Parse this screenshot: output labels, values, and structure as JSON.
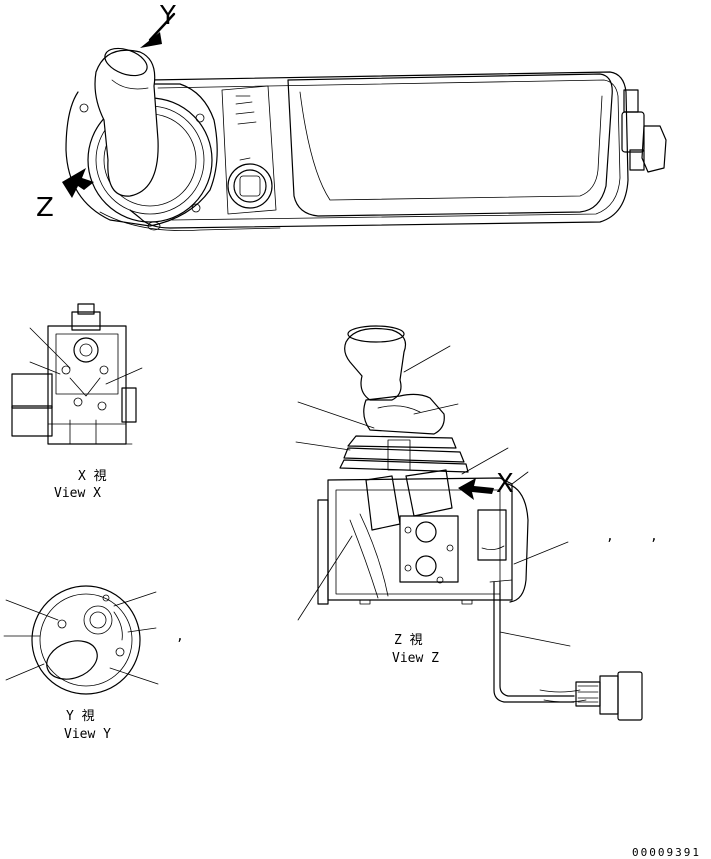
{
  "callouts": {
    "y_letter": "Y",
    "z_letter": "Z",
    "x_letter": "X"
  },
  "views": {
    "x_jp": "X 視",
    "x_en": "View X",
    "y_jp": "Y 視",
    "y_en": "View Y",
    "z_jp": "Z 視",
    "z_en": "View Z"
  },
  "stray_marks": {
    "comma_1": ",",
    "comma_2": ",",
    "comma_3": ","
  },
  "drawing_code": "00009391"
}
